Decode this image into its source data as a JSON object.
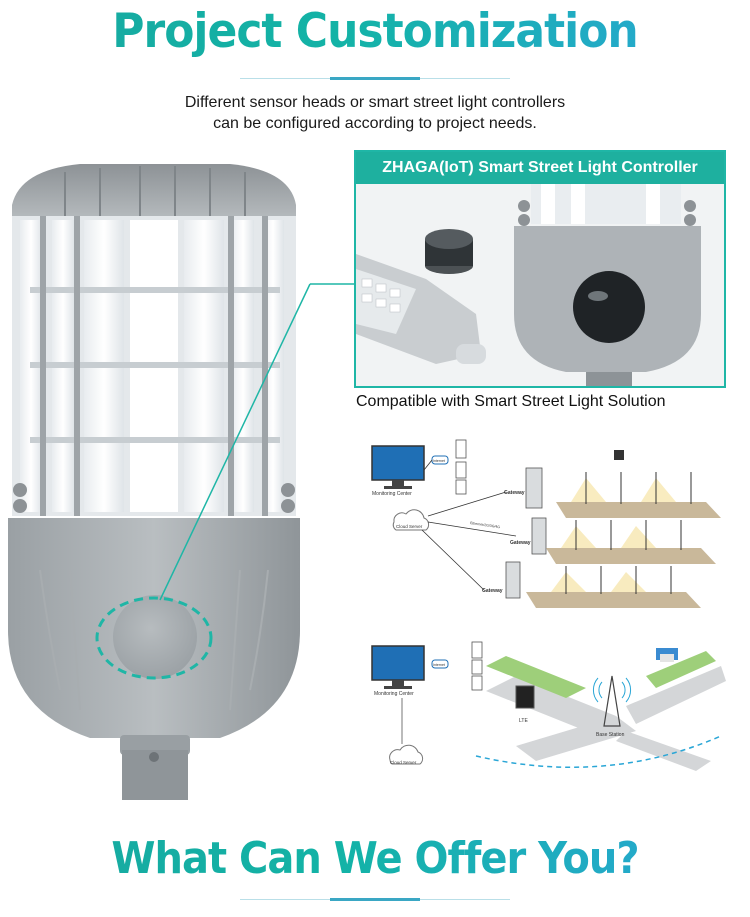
{
  "header": {
    "title": "Project Customization",
    "subtitle_line1": "Different sensor heads or smart street light controllers",
    "subtitle_line2": "can be configured according to project needs."
  },
  "callout": {
    "heading": "ZHAGA(IoT) Smart Street Light Controller",
    "caption": "Compatible with Smart Street Light Solution"
  },
  "network_diagram_1": {
    "monitoring_label": "Monitoring Center",
    "cloud_label": "Cloud Server",
    "gateway_labels": [
      "Gateway",
      "Gateway",
      "Gateway"
    ],
    "link_label": "Ethernet/2G/3G/4G",
    "internet_label": "Internet"
  },
  "network_diagram_2": {
    "monitoring_label": "Monitoring Center",
    "cloud_label": "Cloud Server",
    "base_station_label": "Base Station",
    "lte_label": "LTE",
    "internet_label": "Internet"
  },
  "footer": {
    "title": "What Can We Offer You?"
  },
  "colors": {
    "accent_teal": "#1eb09f",
    "accent_blue": "#2aa6d6",
    "rule_blue": "#3aa7c4"
  }
}
